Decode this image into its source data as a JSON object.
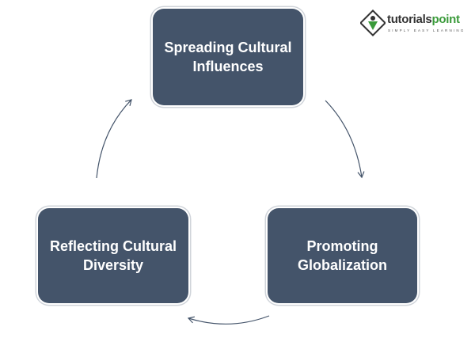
{
  "logo": {
    "name_part1": "tutorials",
    "name_part2": "point",
    "tagline": "SIMPLY EASY LEARNING"
  },
  "nodes": [
    {
      "label": "Spreading Cultural Influences"
    },
    {
      "label": "Promoting Globalization"
    },
    {
      "label": "Reflecting Cultural Diversity"
    }
  ],
  "colors": {
    "box": "#44546a",
    "arrow": "#44546a",
    "logo_green": "#3a9a3a"
  }
}
